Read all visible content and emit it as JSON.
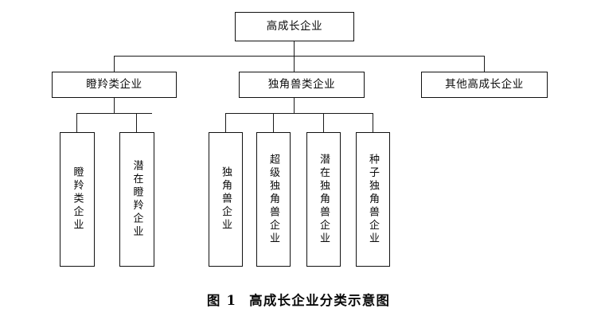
{
  "figure": {
    "caption_number": "图 1",
    "caption_title": "高成长企业分类示意图",
    "background_color": "#ffffff",
    "line_color": "#1a1a1a",
    "text_color": "#0a0a0a"
  },
  "diagram": {
    "type": "tree",
    "orientation": "top-down",
    "levels": 3,
    "root": {
      "id": "high-growth-enterprise",
      "label": "高成长企业"
    },
    "level2": [
      {
        "id": "gazelle-type-enterprise",
        "label": "瞪羚类企业"
      },
      {
        "id": "unicorn-type-enterprise",
        "label": "独角兽类企业"
      },
      {
        "id": "other-high-growth-enterprise",
        "label": "其他高成长企业"
      }
    ],
    "level3": [
      {
        "id": "gazelle-enterprise",
        "label": "瞪羚类企业",
        "parent": "gazelle-type-enterprise"
      },
      {
        "id": "potential-gazelle-enterprise",
        "label": "潜在瞪羚企业",
        "parent": "gazelle-type-enterprise"
      },
      {
        "id": "unicorn-enterprise",
        "label": "独角兽企业",
        "parent": "unicorn-type-enterprise"
      },
      {
        "id": "super-unicorn-enterprise",
        "label": "超级独角兽企业",
        "parent": "unicorn-type-enterprise"
      },
      {
        "id": "potential-unicorn-enterprise",
        "label": "潜在独角兽企业",
        "parent": "unicorn-type-enterprise"
      },
      {
        "id": "seed-unicorn-enterprise",
        "label": "种子独角兽企业",
        "parent": "unicorn-type-enterprise"
      }
    ]
  }
}
